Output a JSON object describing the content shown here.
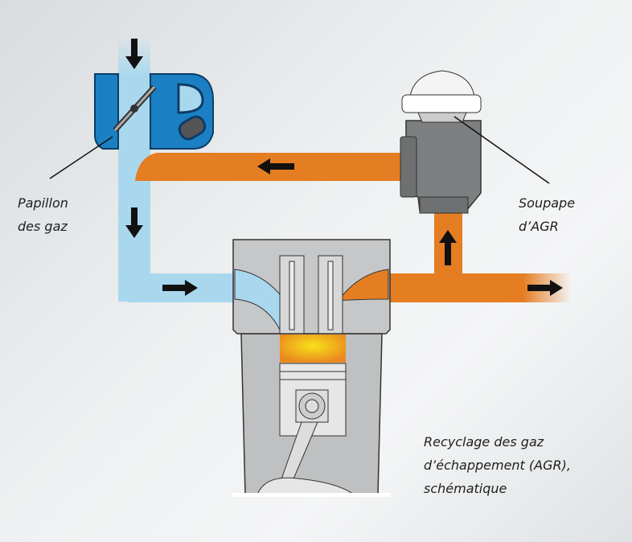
{
  "labels": {
    "throttle": [
      "Papillon",
      "des gaz"
    ],
    "egr_valve": [
      "Soupape",
      "d’AGR"
    ],
    "caption": [
      "Recyclage des gaz",
      "d’échappement (AGR),",
      "schématique"
    ]
  },
  "colors": {
    "intake_air": "#a9d8ee",
    "exhaust_gas": "#e57d22",
    "throttle_body": "#1b80c3",
    "metal": "#8a8c8e",
    "combustion": "#f5c21a"
  }
}
